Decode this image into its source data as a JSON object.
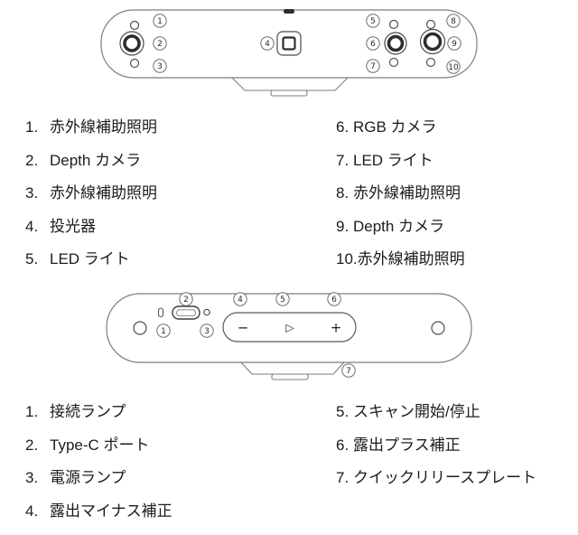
{
  "front_view": {
    "callouts": [
      "1",
      "2",
      "3",
      "4",
      "5",
      "6",
      "7",
      "8",
      "9",
      "10"
    ],
    "list_left": [
      {
        "num": "1.",
        "label": "赤外線補助照明"
      },
      {
        "num": "2.",
        "label": "Depth カメラ"
      },
      {
        "num": "3.",
        "label": "赤外線補助照明"
      },
      {
        "num": "4.",
        "label": "投光器"
      },
      {
        "num": "5.",
        "label": "LED ライト"
      }
    ],
    "list_right": [
      {
        "num": "6.",
        "label": "RGB カメラ"
      },
      {
        "num": "7.",
        "label": "LED ライト"
      },
      {
        "num": "8.",
        "label": "赤外線補助照明"
      },
      {
        "num": "9.",
        "label": "Depth カメラ"
      },
      {
        "num": "10.",
        "label": "赤外線補助照明"
      }
    ]
  },
  "back_view": {
    "callouts": [
      "1",
      "2",
      "3",
      "4",
      "5",
      "6",
      "7"
    ],
    "controls": {
      "minus": "−",
      "play": "▷",
      "plus": "+"
    },
    "list_left": [
      {
        "num": "1.",
        "label": "接続ランプ"
      },
      {
        "num": "2.",
        "label": "Type-C ポート"
      },
      {
        "num": "3.",
        "label": "電源ランプ"
      },
      {
        "num": "4.",
        "label": "露出マイナス補正"
      }
    ],
    "list_right": [
      {
        "num": "5.",
        "label": "スキャン開始/停止"
      },
      {
        "num": "6.",
        "label": "露出プラス補正"
      },
      {
        "num": "7.",
        "label": "クイックリリースプレート"
      }
    ]
  },
  "colors": {
    "outline": "#7d7d7d",
    "text": "#1c1c1c"
  }
}
